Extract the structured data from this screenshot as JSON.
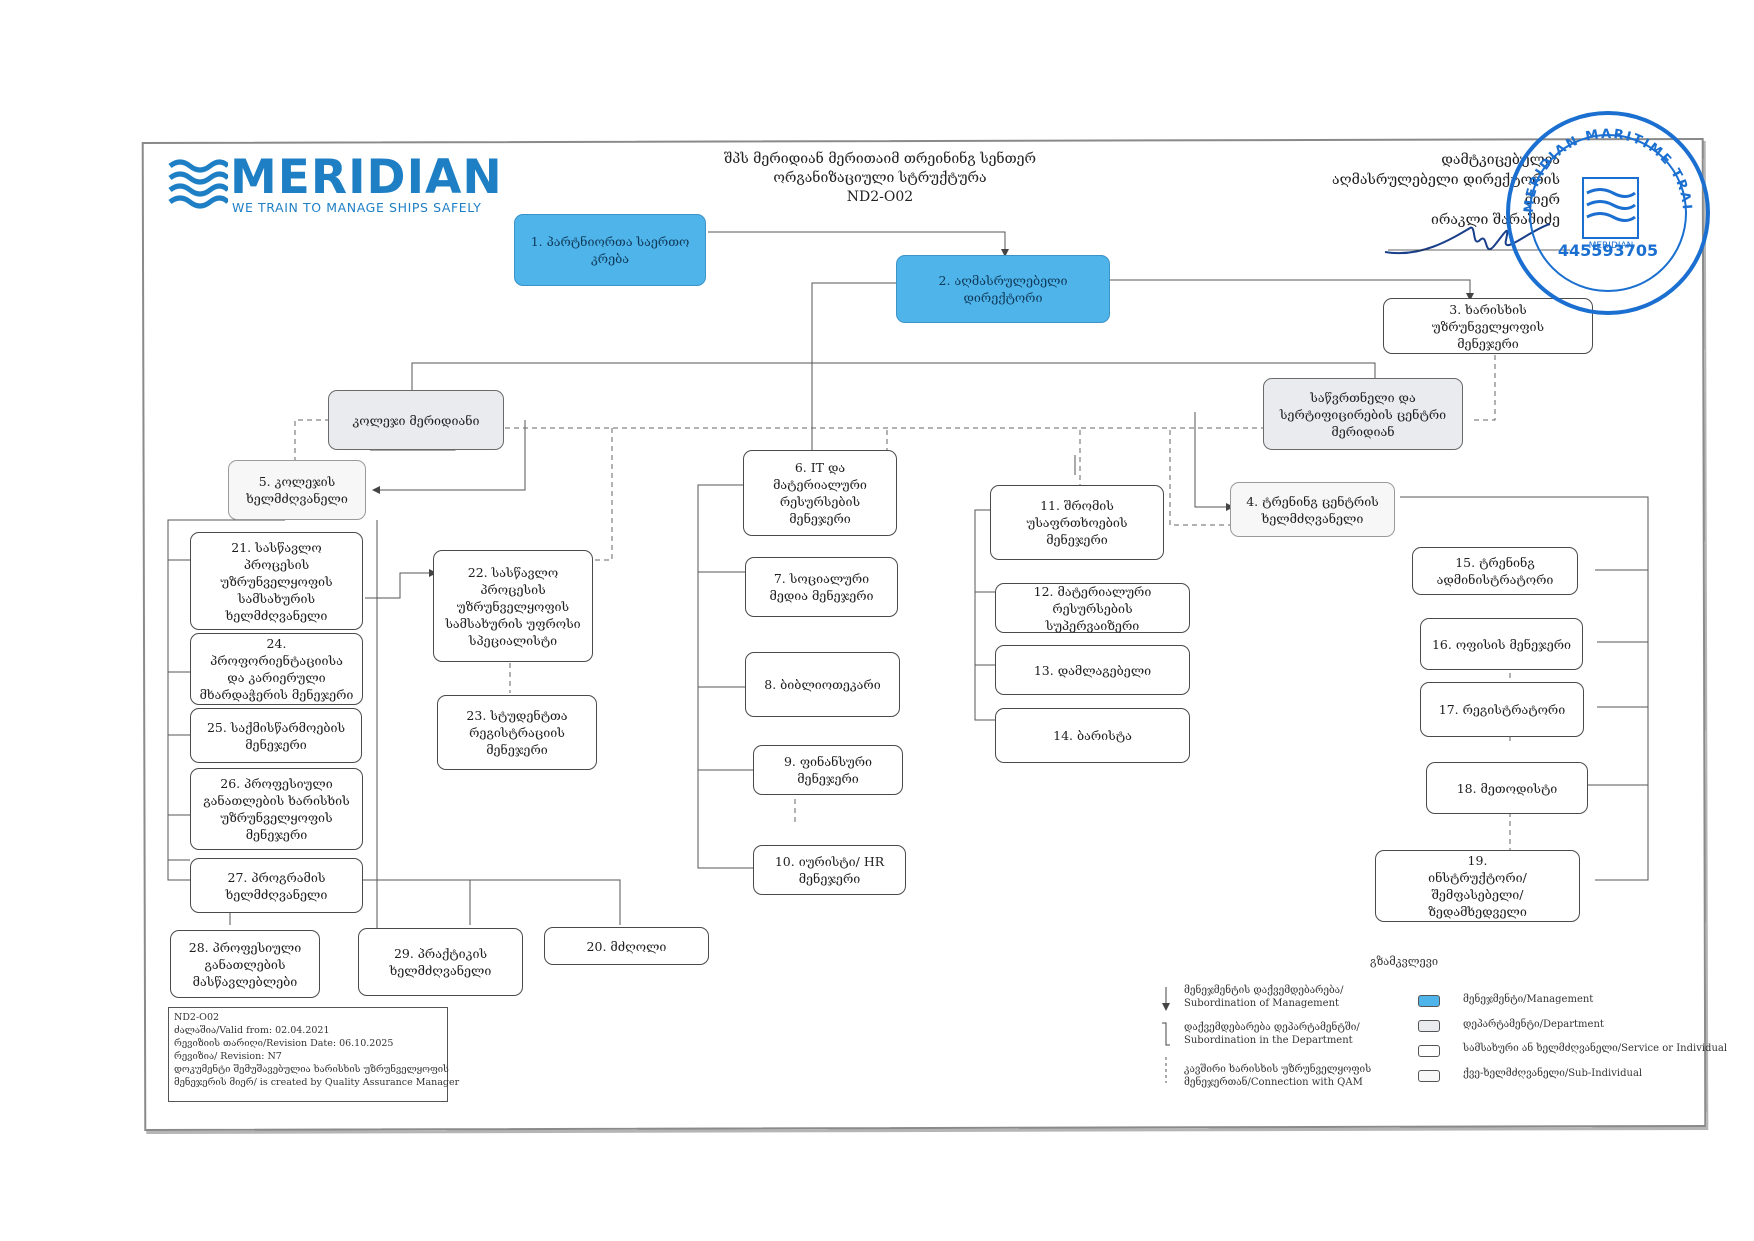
{
  "logo": {
    "name": "MERIDIAN",
    "tagline": "WE TRAIN TO MANAGE SHIPS SAFELY"
  },
  "header": {
    "line1": "შპს მერიდიან მერითაიმ თრეინინგ სენთერ",
    "line2": "ორგანიზაციული სტრუქტურა",
    "code": "ND2-O02"
  },
  "approval": {
    "line1": "დამტკიცებულია",
    "line2": "აღმასრულებელი დირექტორის მიერ",
    "line3": "ირაკლი შარაშიძე"
  },
  "stamp": {
    "text": "MERIDIAN MARITIME TRAINING CENTRE",
    "number": "445593705",
    "logo_label": "MERIDIAN"
  },
  "nodes": {
    "n1": "1. პარტნიორთა საერთო\nკრება",
    "n2": "2. აღმასრულებელი\nდირექტორი",
    "n3": "3. ხარისხის უზრუნველყოფის\nმენეჯერი",
    "college": "კოლეჯი მერიდიანი",
    "cert": "საწვრთნელი და\nსერტიფიცირების ცენტრი\nმერიდიან",
    "n5": "5. კოლეჯის\nხელმძღვანელი",
    "n6": "6. IT და\nმატერიალური\nრესურსების\nმენეჯერი",
    "n11": "11. შრომის\nუსაფრთხოების\nმენეჯერი",
    "n4": "4. ტრენინგ ცენტრის\nხელმძღვანელი",
    "n21": "21. სასწავლო პროცესის\nუზრუნველყოფის\nსამსახურის\nხელმძღვანელი",
    "n22": "22. სასწავლო\nპროცესის\nუზრუნველყოფის\nსამსახურის უფროსი\nსპეციალისტი",
    "n7": "7. სოციალური\nმედია მენეჯერი",
    "n12": "12. მატერიალური\nრესურსების სუპერვაიზერი",
    "n15": "15. ტრენინგ\nადმინისტრატორი",
    "n24": "24. პროფორიენტაციისა\nდა კარიერული\nმხარდაჭერის მენეჯერი",
    "n16": "16. ოფისის მენეჯერი",
    "n13": "13. დამლაგებელი",
    "n8": "8. ბიბლიოთეკარი",
    "n25": "25. საქმისწარმოების\nმენეჯერი",
    "n23": "23. სტუდენტთა\nრეგისტრაციის\nმენეჯერი",
    "n17": "17. რეგისტრატორი",
    "n14": "14. ბარისტა",
    "n9": "9. ფინანსური\nმენეჯერი",
    "n26": "26. პროფესიული\nგანათლების ხარისხის\nუზრუნველყოფის\nმენეჯერი",
    "n18": "18. მეთოდისტი",
    "n10": "10. იურისტი/ HR\nმენეჯერი",
    "n27": "27. პროგრამის\nხელმძღვანელი",
    "n19": "19.\nინსტრუქტორი/შემფასებელი/\nზედამხედველი",
    "n28": "28. პროფესიული\nგანათლების\nმასწავლებლები",
    "n29": "29. პრაქტიკის\nხელმძღვანელი",
    "n20": "20. მძღოლი"
  },
  "legend": {
    "title": "გზამკვლევი",
    "l1": "მენეჯმენტის დაქვემდებარება/\nSubordination of Management",
    "l2": "დაქვემდებარება დეპარტამენტში/\nSubordination in the Department",
    "l3": "კავშირი ხარისხის უზრუნველყოფის\nმენეჯერთან/Connection with QAM",
    "s1": "მენეჯმენტი/Management",
    "s2": "დეპარტამენტი/Department",
    "s3": "სამსახური ან ხელმძღვანელი/Service or Individual",
    "s4": "ქვე-ხელმძღვანელი/Sub-Individual"
  },
  "info": {
    "code": "ND2-O02",
    "valid": "ძალაშია/Valid from: 02.04.2021",
    "revdate": "რევიზიის თარიღი/Revision Date: 06.10.2025",
    "revnum": "რევიზია/ Revision: N7",
    "created1": "დოკუმენტი შემუშავებულია ხარისხის უზრუნველყოფის",
    "created2": "მენეჯერის მიერ/ is created by Quality Assurance Manager"
  },
  "colors": {
    "management": "#4eb4ea",
    "brand": "#1f7fc4",
    "stamp": "#1a6fd0"
  }
}
